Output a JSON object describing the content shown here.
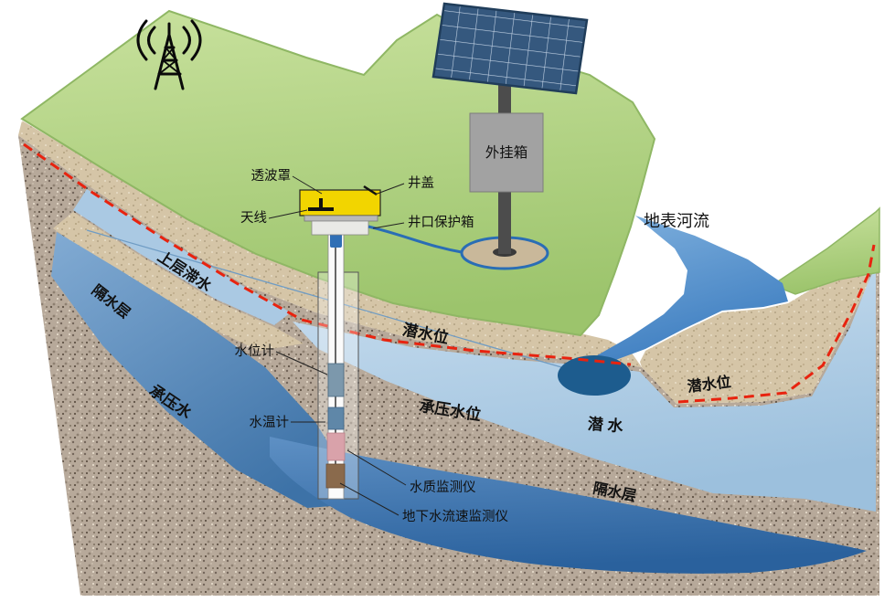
{
  "diagram": {
    "type": "groundwater-monitoring-well-schematic",
    "equipment_labels": {
      "radome": "透波罩",
      "well_cover": "井盖",
      "antenna": "天线",
      "wellhead_protection_box": "井口保护箱",
      "external_box": "外挂箱",
      "water_level_gauge": "水位计",
      "water_temperature_gauge": "水温计",
      "water_quality_monitor": "水质监测仪",
      "groundwater_flow_velocity_monitor": "地下水流速监测仪"
    },
    "hydrology_labels": {
      "surface_river": "地表河流",
      "perched_water": "上层滞水",
      "aquiclude_left": "隔水层",
      "phreatic_level_mid": "潜水位",
      "confined_water": "承压水",
      "confined_water_level": "承压水位",
      "phreatic_water": "潜 水",
      "phreatic_level_right": "潜水位",
      "aquiclude_right": "隔水层"
    },
    "icons": {
      "radio_tower": "radio-tower-icon",
      "solar_panel": "solar-panel-icon"
    },
    "colors": {
      "grass_green": "#aed080",
      "soil_tan": "#d5c5a7",
      "soil_gray": "#b7a99a",
      "shallow_water_blue": "#bcd6eb",
      "confined_aquifer_blue": "#4a7fb5",
      "river_blue": "#5b93cf",
      "pool_blue": "#1d5c8e",
      "water_level_line_red": "#e8230f",
      "radome_yellow": "#f2d500",
      "solar_panel_blue": "#35587e",
      "external_box_gray": "#a2a2a2"
    }
  }
}
